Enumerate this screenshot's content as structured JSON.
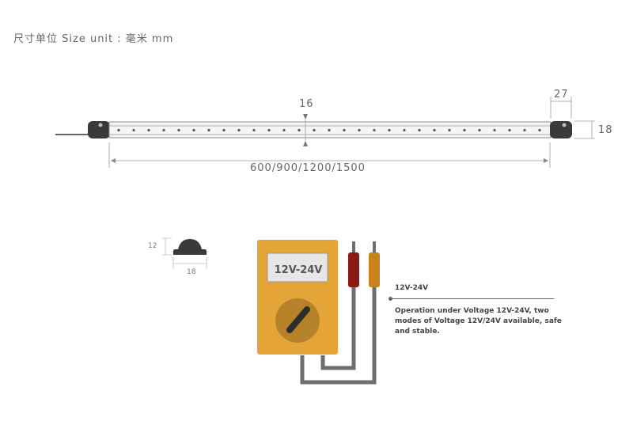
{
  "header": {
    "text": "尺寸单位 Size unit : 毫米 mm"
  },
  "strip": {
    "dim_height_center": "16",
    "dim_end_width": "27",
    "dim_height_side": "18",
    "dim_length": "600/900/1200/1500"
  },
  "profile": {
    "dim_height": "12",
    "dim_width": "18"
  },
  "multimeter": {
    "display": "12V-24V",
    "colors": {
      "body": "#E5A437",
      "red_probe": "#8B1A14",
      "orange_probe": "#C8821C",
      "wire": "#6E6E6E"
    }
  },
  "spec": {
    "title": "12V-24V",
    "description": "Operation under Voltage 12V-24V, two modes of Voltage 12V/24V available, safe and stable."
  }
}
